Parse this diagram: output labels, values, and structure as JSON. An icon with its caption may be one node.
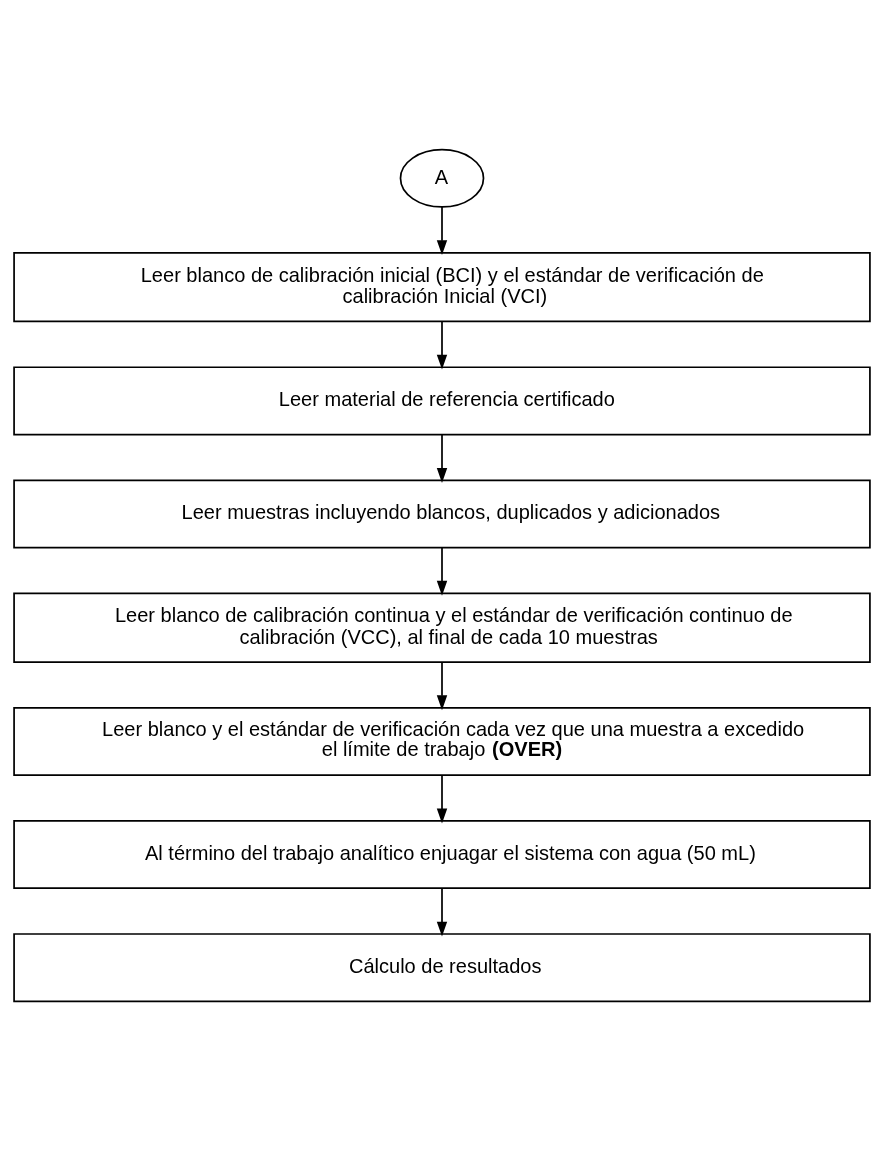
{
  "diagram": {
    "nodes": [
      {
        "text": [
          "A"
        ]
      },
      {
        "text": [
          "Leer blanco de calibración inicial (BCI) y el estándar de verificación de calibración Inicial (VCI)"
        ]
      },
      {
        "text": [
          "Leer material de referencia certificado"
        ]
      },
      {
        "text": [
          "Leer muestras incluyendo blancos, duplicados y adicionados"
        ]
      },
      {
        "text": [
          "Leer blanco de calibración continua y el estándar de verificación continuo de calibración (VCC), al final de cada 10 muestras"
        ]
      },
      {
        "text": [
          "Leer blanco y el estándar de verificación cada vez que una muestra a excedido el límite de trabajo **(OVER)**"
        ]
      },
      {
        "text": [
          "Al término del trabajo analítico enjuagar el sistema con agua (50 mL)"
        ]
      },
      {
        "text": [
          "Cálculo de resultados"
        ]
      }
    ],
    "edges": [
      {
        "from": 0,
        "to": 1,
        "arrow": "to"
      },
      {
        "from": 1,
        "to": 2,
        "arrow": "to"
      },
      {
        "from": 2,
        "to": 3,
        "arrow": "to"
      },
      {
        "from": 3,
        "to": 4,
        "arrow": "to"
      },
      {
        "from": 4,
        "to": 5,
        "arrow": "to"
      },
      {
        "from": 5,
        "to": 6,
        "arrow": "to"
      },
      {
        "from": 6,
        "to": 7,
        "arrow": "to"
      }
    ]
  }
}
